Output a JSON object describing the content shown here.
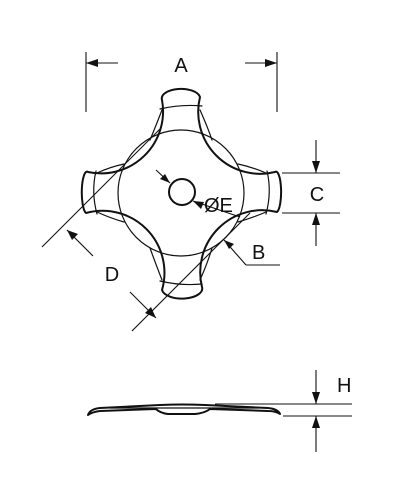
{
  "labels": {
    "width": "A",
    "lobe_radius": "B",
    "lobe_width": "C",
    "diagonal": "D",
    "hole_diameter": "ØE",
    "height": "H"
  },
  "line_color": "#111111",
  "background": "#ffffff"
}
